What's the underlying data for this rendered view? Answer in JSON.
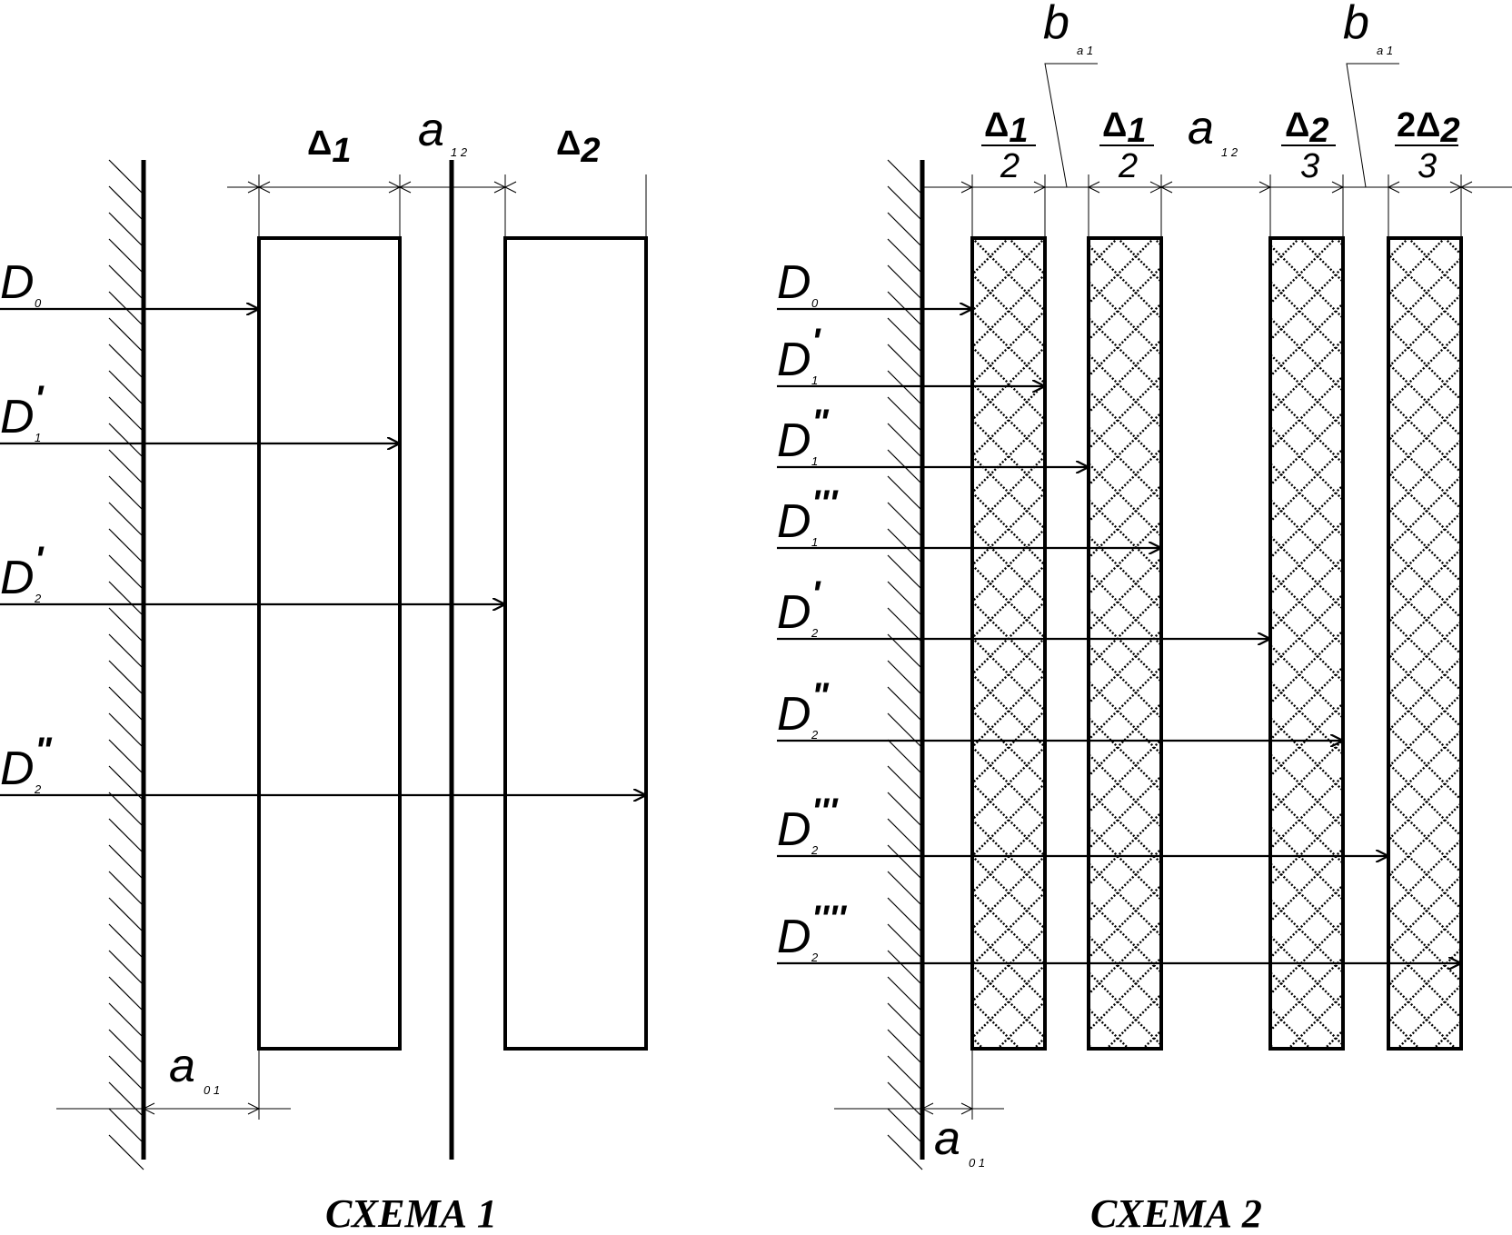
{
  "scheme1": {
    "caption": "СХЕМА 1",
    "dim_delta1": "Δ",
    "dim_delta1_sub": "1",
    "dim_a12": "a",
    "dim_a12_sub": "1 2",
    "dim_delta2": "Δ",
    "dim_delta2_sub": "2",
    "dim_a01": "a",
    "dim_a01_sub": "0 1",
    "rays": [
      {
        "letter": "D",
        "prime": "",
        "sub": "0"
      },
      {
        "letter": "D",
        "prime": "'",
        "sub": "1"
      },
      {
        "letter": "D",
        "prime": "'",
        "sub": "2"
      },
      {
        "letter": "D",
        "prime": "\"",
        "sub": "2"
      }
    ]
  },
  "scheme2": {
    "caption": "СХЕМА 2",
    "b_left": "b",
    "b_left_sub": "a 1",
    "b_right": "b",
    "b_right_sub": "a 1",
    "frac1_num": "Δ",
    "frac1_num_sub": "1",
    "frac1_den": "2",
    "frac2_num": "Δ",
    "frac2_num_sub": "1",
    "frac2_den": "2",
    "dim_a12": "a",
    "dim_a12_sub": "1 2",
    "frac3_num": "Δ",
    "frac3_num_sub": "2",
    "frac3_den": "3",
    "frac4_num_coef": "2",
    "frac4_num": "Δ",
    "frac4_num_sub": "2",
    "frac4_den": "3",
    "dim_a01": "a",
    "dim_a01_sub": "0 1",
    "rays": [
      {
        "letter": "D",
        "prime": "",
        "sub": "0"
      },
      {
        "letter": "D",
        "prime": "'",
        "sub": "1"
      },
      {
        "letter": "D",
        "prime": "\"",
        "sub": "1"
      },
      {
        "letter": "D",
        "prime": "'''",
        "sub": "1"
      },
      {
        "letter": "D",
        "prime": "'",
        "sub": "2"
      },
      {
        "letter": "D",
        "prime": "\"",
        "sub": "2"
      },
      {
        "letter": "D",
        "prime": "'''",
        "sub": "2"
      },
      {
        "letter": "D",
        "prime": "''''",
        "sub": "2"
      }
    ]
  },
  "colors": {
    "ink": "#000000",
    "background": "#ffffff"
  }
}
